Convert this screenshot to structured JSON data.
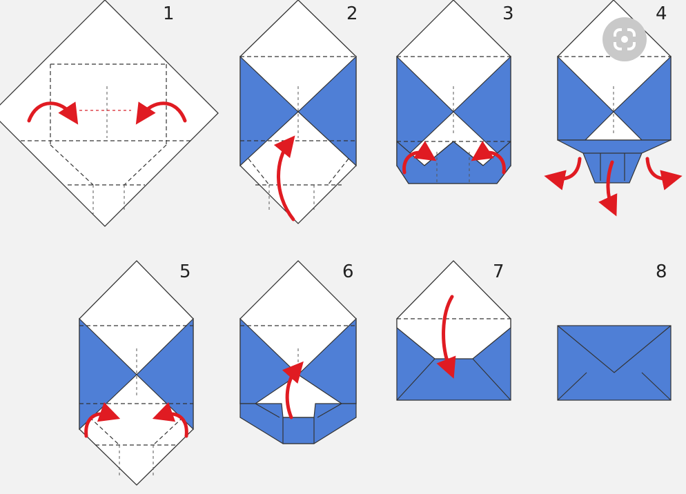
{
  "steps": [
    {
      "number": "1"
    },
    {
      "number": "2"
    },
    {
      "number": "3"
    },
    {
      "number": "4"
    },
    {
      "number": "5"
    },
    {
      "number": "6"
    },
    {
      "number": "7"
    },
    {
      "number": "8"
    }
  ],
  "colors": {
    "background": "#f2f2f2",
    "paper": "#ffffff",
    "fold_blue": "#4f7fd6",
    "arrow_red": "#e01b22",
    "line": "#333333"
  },
  "overlay": {
    "icon": "visual-search-icon"
  }
}
